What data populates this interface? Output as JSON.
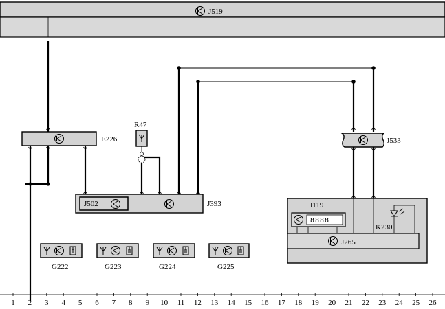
{
  "components": {
    "j519": "J519",
    "e226": "E226",
    "r47": "R47",
    "j533": "J533",
    "j502": "J502",
    "j393": "J393",
    "j119": "J119",
    "k230": "K230",
    "j265": "J265",
    "g222": "G222",
    "g223": "G223",
    "g224": "G224",
    "g225": "G225"
  },
  "display_readout": "8888",
  "scale": [
    "1",
    "2",
    "3",
    "4",
    "5",
    "6",
    "7",
    "8",
    "9",
    "10",
    "11",
    "12",
    "13",
    "14",
    "15",
    "16",
    "17",
    "18",
    "19",
    "20",
    "21",
    "22",
    "23",
    "24",
    "25",
    "26"
  ]
}
